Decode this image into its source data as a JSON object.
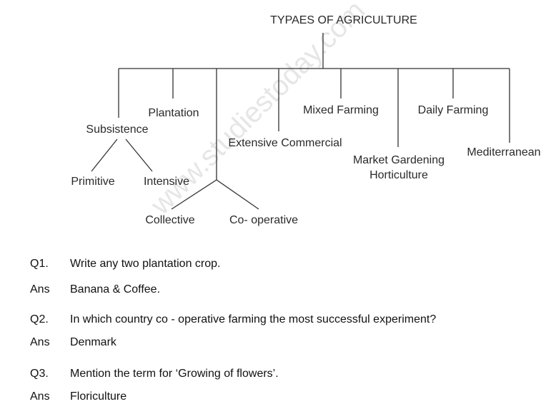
{
  "diagram": {
    "title": "TYPAES OF AGRICULTURE",
    "watermark": "www.studiestoday.com",
    "nodes": {
      "subsistence": "Subsistence",
      "plantation": "Plantation",
      "extensive_commercial": "Extensive Commercial",
      "mixed_farming": "Mixed Farming",
      "daily_farming": "Daily Farming",
      "market_gardening": "Market Gardening",
      "horticulture": "Horticulture",
      "mediterranean": "Mediterranean",
      "primitive": "Primitive",
      "intensive": "Intensive",
      "collective": "Collective",
      "cooperative": "Co- operative"
    }
  },
  "qa": [
    {
      "label": "Q1.",
      "text": "Write any two plantation crop."
    },
    {
      "label": "Ans",
      "text": "Banana & Coffee."
    },
    {
      "label": "Q2.",
      "text": "In which country co - operative farming the most successful experiment?"
    },
    {
      "label": "Ans",
      "text": "Denmark"
    },
    {
      "label": "Q3.",
      "text": "Mention the term for ‘Growing of flowers’."
    },
    {
      "label": "Ans",
      "text": "Floriculture"
    }
  ]
}
